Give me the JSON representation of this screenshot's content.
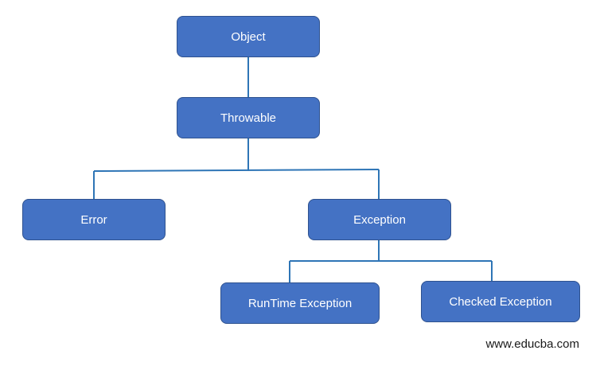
{
  "diagram": {
    "nodes": {
      "object": "Object",
      "throwable": "Throwable",
      "error": "Error",
      "exception": "Exception",
      "runtime_exception": "RunTime Exception",
      "checked_exception": "Checked Exception"
    },
    "edges": [
      [
        "object",
        "throwable"
      ],
      [
        "throwable",
        "error"
      ],
      [
        "throwable",
        "exception"
      ],
      [
        "exception",
        "runtime_exception"
      ],
      [
        "exception",
        "checked_exception"
      ]
    ],
    "colors": {
      "node_fill": "#4472c4",
      "node_border": "#2f528f",
      "node_text": "#ffffff",
      "connector": "#2e75b6"
    }
  },
  "watermark": "www.educba.com"
}
